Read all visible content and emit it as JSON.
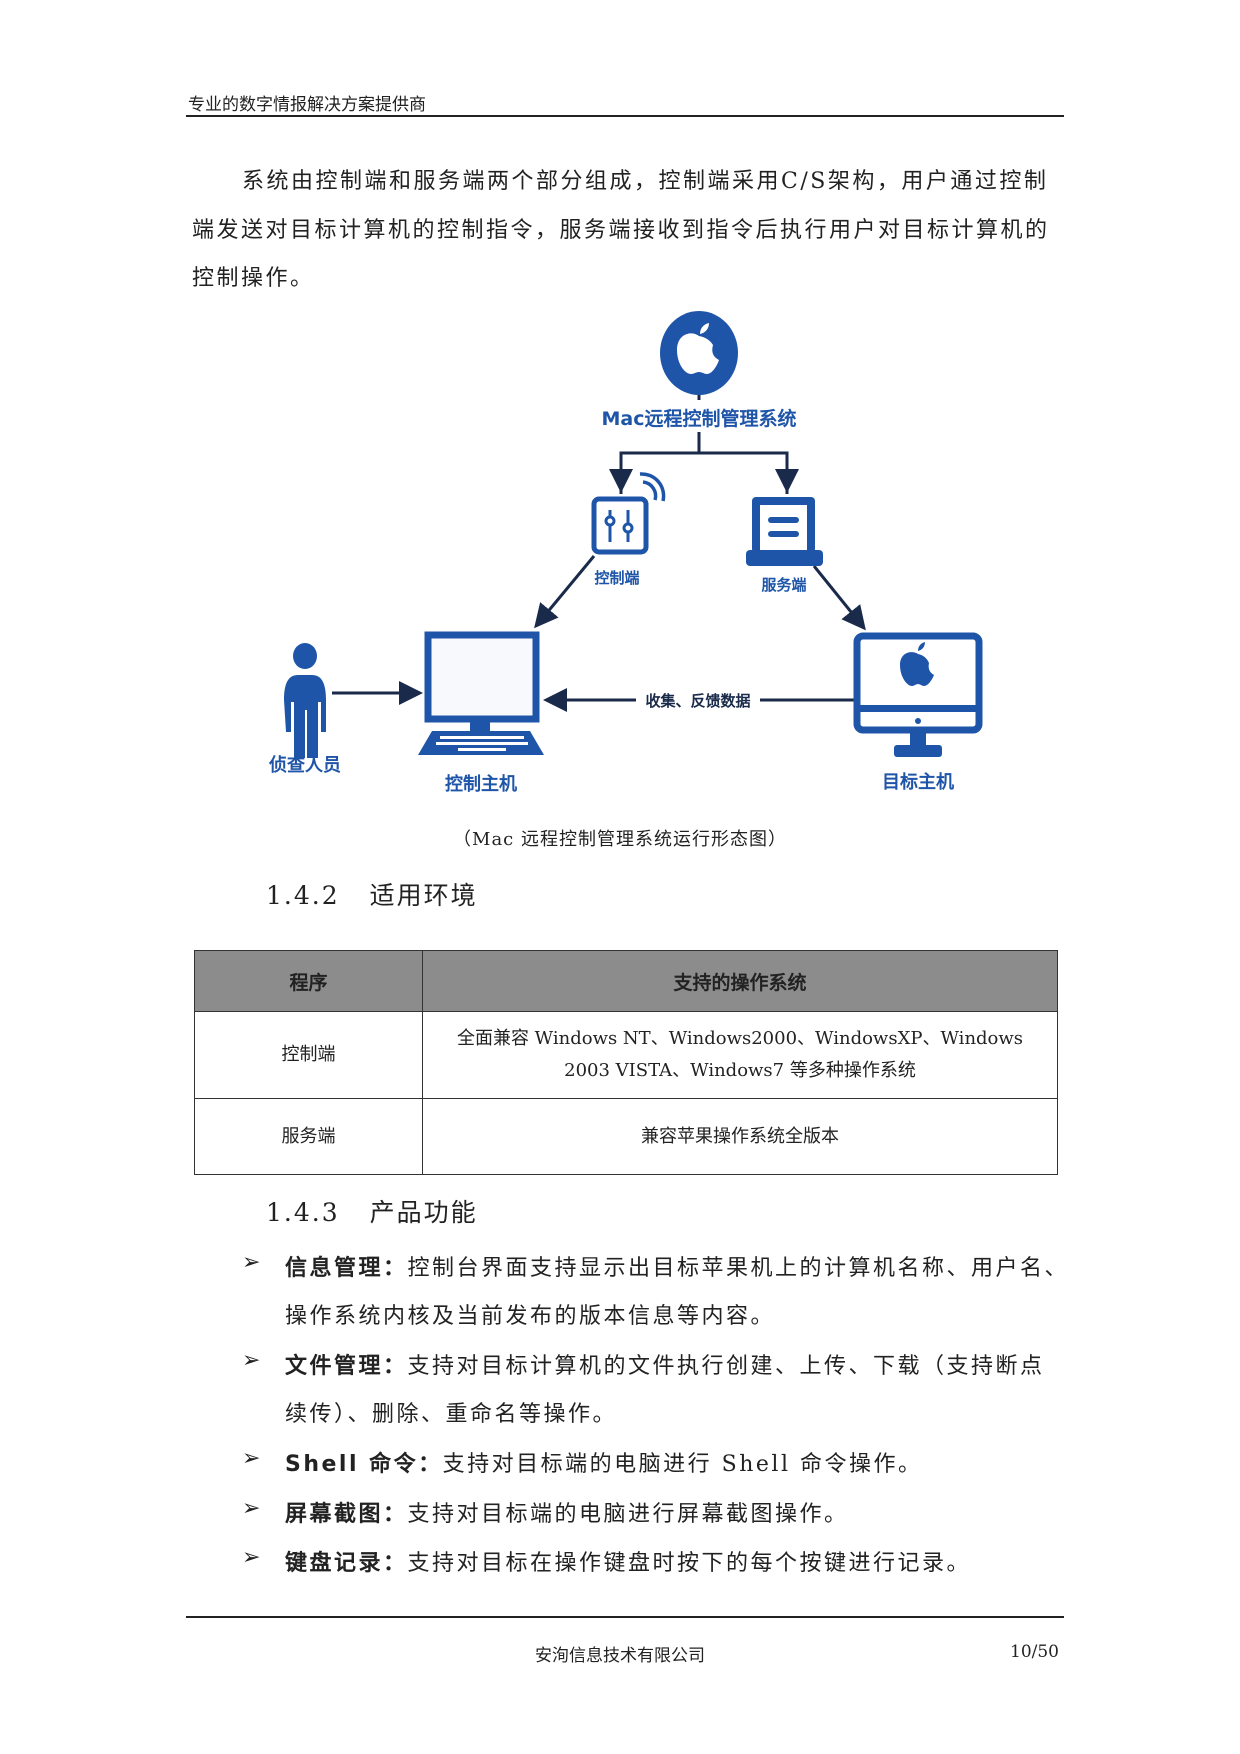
{
  "header": {
    "title": "专业的数字情报解决方案提供商"
  },
  "intro": "系统由控制端和服务端两个部分组成，控制端采用C/S架构，用户通过控制端发送对目标计算机的控制指令，服务端接收到指令后执行用户对目标计算机的控制操作。",
  "diagram": {
    "title": "Mac远程控制管理系统",
    "control_client": "控制端",
    "server": "服务端",
    "investigator": "侦查人员",
    "control_host": "控制主机",
    "target_host": "目标主机",
    "feedback": "收集、反馈数据",
    "caption": "（Mac 远程控制管理系统运行形态图）",
    "color": "#1f55a8"
  },
  "section_env": {
    "num": "1.4.2",
    "title": "适用环境"
  },
  "table": {
    "headers": [
      "程序",
      "支持的操作系统"
    ],
    "rows": [
      [
        "控制端",
        "全面兼容 Windows NT、Windows2000、WindowsXP、Windows 2003 VISTA、Windows7 等多种操作系统"
      ],
      [
        "服务端",
        "兼容苹果操作系统全版本"
      ]
    ]
  },
  "section_func": {
    "num": "1.4.3",
    "title": "产品功能"
  },
  "features": [
    {
      "name": "信息管理：",
      "line1": "控制台界面支持显示出目标苹果机上的计算机名称、用户名、",
      "line2": "操作系统内核及当前发布的版本信息等内容。"
    },
    {
      "name": "文件管理：",
      "line1": "支持对目标计算机的文件执行创建、上传、下载（支持断点",
      "line2": "续传）、删除、重命名等操作。"
    },
    {
      "name": "Shell 命令：",
      "line1": "支持对目标端的电脑进行 Shell 命令操作。"
    },
    {
      "name": "屏幕截图：",
      "line1": "支持对目标端的电脑进行屏幕截图操作。"
    },
    {
      "name": "键盘记录：",
      "line1": "支持对目标在操作键盘时按下的每个按键进行记录。"
    }
  ],
  "footer": {
    "company": "安洵信息技术有限公司",
    "page": "10/50"
  }
}
